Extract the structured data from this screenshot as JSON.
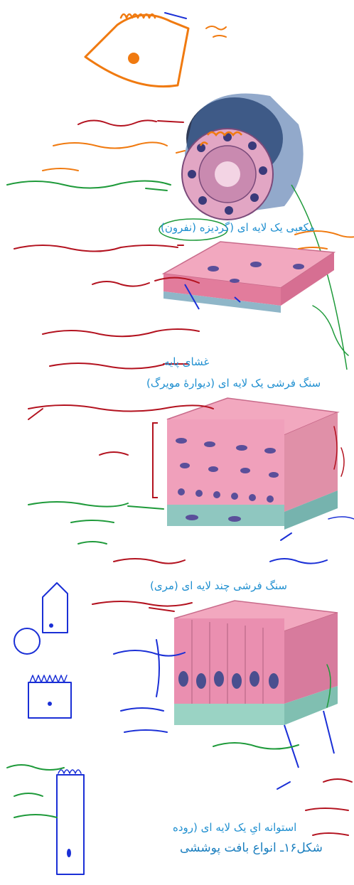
{
  "figure": {
    "caption": "شکل۱۶ـ انواع بافت پوششی"
  },
  "labels": {
    "cuboidal": "مکعبی یک لایه ای (گردیزه (نفرون)",
    "basement_membrane": "غشای پایه",
    "simple_squamous": "سنگ فرشی یک لایه ای (دیوارهٔ مویرگ)",
    "stratified_squamous": "سنگ فرشی چند لایه ای (مری)",
    "simple_columnar": "استوانه ایِ یک لایه ای (روده"
  },
  "colors": {
    "label_blue": "#1f8fd0",
    "tissue_pink": "#e87a9a",
    "tissue_light": "#f4b3c4",
    "nucleus": "#4a4f8f",
    "base_green": "#9ad3c4",
    "ink_red": "#b3121f",
    "ink_green": "#1e9a3a",
    "ink_orange": "#f07a10",
    "ink_blue": "#1a2fd6",
    "ink_teal": "#2e9b6d"
  }
}
